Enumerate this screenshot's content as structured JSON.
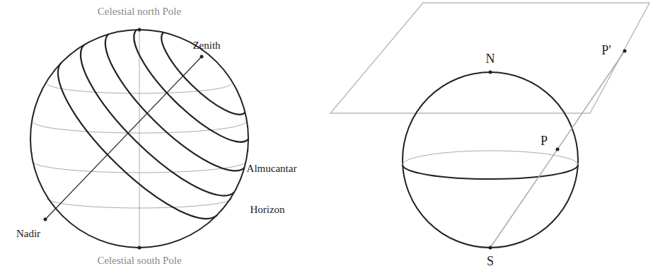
{
  "diagram": {
    "labels": [
      "Celestial north Pole",
      "Zenith",
      "Almucantar",
      "Horizon",
      "Nadir",
      "Celestial south Pole",
      "N",
      "P'",
      "P",
      "S"
    ]
  }
}
